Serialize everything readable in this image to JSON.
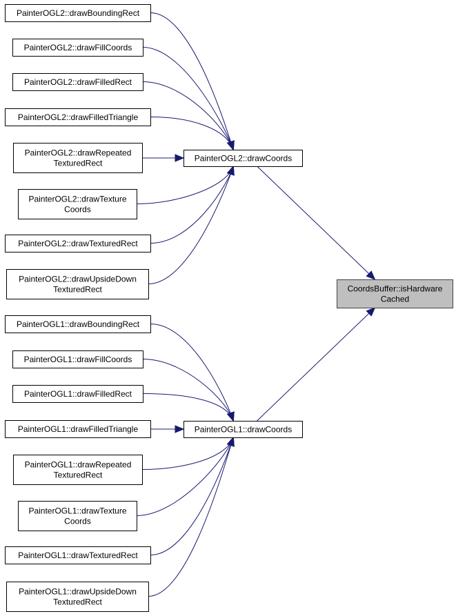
{
  "colors": {
    "edge": "#191970",
    "node_border": "#000000",
    "node_fill": "#ffffff",
    "focus_fill": "#bfbfbf",
    "focus_border": "#404040"
  },
  "nodes": [
    {
      "id": "target",
      "lines": [
        "CoordsBuffer::isHardware",
        "Cached"
      ],
      "focus": true
    },
    {
      "id": "ogl2_drawCoords",
      "lines": [
        "PainterOGL2::drawCoords"
      ]
    },
    {
      "id": "ogl1_drawCoords",
      "lines": [
        "PainterOGL1::drawCoords"
      ]
    },
    {
      "id": "ogl2_boundingRect",
      "lines": [
        "PainterOGL2::drawBoundingRect"
      ]
    },
    {
      "id": "ogl2_fillCoords",
      "lines": [
        "PainterOGL2::drawFillCoords"
      ]
    },
    {
      "id": "ogl2_filledRect",
      "lines": [
        "PainterOGL2::drawFilledRect"
      ]
    },
    {
      "id": "ogl2_filledTriangle",
      "lines": [
        "PainterOGL2::drawFilledTriangle"
      ]
    },
    {
      "id": "ogl2_repeatedTexturedRect",
      "lines": [
        "PainterOGL2::drawRepeated",
        "TexturedRect"
      ]
    },
    {
      "id": "ogl2_textureCoords",
      "lines": [
        "PainterOGL2::drawTexture",
        "Coords"
      ]
    },
    {
      "id": "ogl2_texturedRect",
      "lines": [
        "PainterOGL2::drawTexturedRect"
      ]
    },
    {
      "id": "ogl2_upsideDown",
      "lines": [
        "PainterOGL2::drawUpsideDown",
        "TexturedRect"
      ]
    },
    {
      "id": "ogl1_boundingRect",
      "lines": [
        "PainterOGL1::drawBoundingRect"
      ]
    },
    {
      "id": "ogl1_fillCoords",
      "lines": [
        "PainterOGL1::drawFillCoords"
      ]
    },
    {
      "id": "ogl1_filledRect",
      "lines": [
        "PainterOGL1::drawFilledRect"
      ]
    },
    {
      "id": "ogl1_filledTriangle",
      "lines": [
        "PainterOGL1::drawFilledTriangle"
      ]
    },
    {
      "id": "ogl1_repeatedTexturedRect",
      "lines": [
        "PainterOGL1::drawRepeated",
        "TexturedRect"
      ]
    },
    {
      "id": "ogl1_textureCoords",
      "lines": [
        "PainterOGL1::drawTexture",
        "Coords"
      ]
    },
    {
      "id": "ogl1_texturedRect",
      "lines": [
        "PainterOGL1::drawTexturedRect"
      ]
    },
    {
      "id": "ogl1_upsideDown",
      "lines": [
        "PainterOGL1::drawUpsideDown",
        "TexturedRect"
      ]
    }
  ],
  "edges": [
    {
      "from": "ogl2_drawCoords",
      "to": "target"
    },
    {
      "from": "ogl1_drawCoords",
      "to": "target"
    },
    {
      "from": "ogl2_boundingRect",
      "to": "ogl2_drawCoords"
    },
    {
      "from": "ogl2_fillCoords",
      "to": "ogl2_drawCoords"
    },
    {
      "from": "ogl2_filledRect",
      "to": "ogl2_drawCoords"
    },
    {
      "from": "ogl2_filledTriangle",
      "to": "ogl2_drawCoords"
    },
    {
      "from": "ogl2_repeatedTexturedRect",
      "to": "ogl2_drawCoords"
    },
    {
      "from": "ogl2_textureCoords",
      "to": "ogl2_drawCoords"
    },
    {
      "from": "ogl2_texturedRect",
      "to": "ogl2_drawCoords"
    },
    {
      "from": "ogl2_upsideDown",
      "to": "ogl2_drawCoords"
    },
    {
      "from": "ogl1_boundingRect",
      "to": "ogl1_drawCoords"
    },
    {
      "from": "ogl1_fillCoords",
      "to": "ogl1_drawCoords"
    },
    {
      "from": "ogl1_filledRect",
      "to": "ogl1_drawCoords"
    },
    {
      "from": "ogl1_filledTriangle",
      "to": "ogl1_drawCoords"
    },
    {
      "from": "ogl1_repeatedTexturedRect",
      "to": "ogl1_drawCoords"
    },
    {
      "from": "ogl1_textureCoords",
      "to": "ogl1_drawCoords"
    },
    {
      "from": "ogl1_texturedRect",
      "to": "ogl1_drawCoords"
    },
    {
      "from": "ogl1_upsideDown",
      "to": "ogl1_drawCoords"
    }
  ]
}
